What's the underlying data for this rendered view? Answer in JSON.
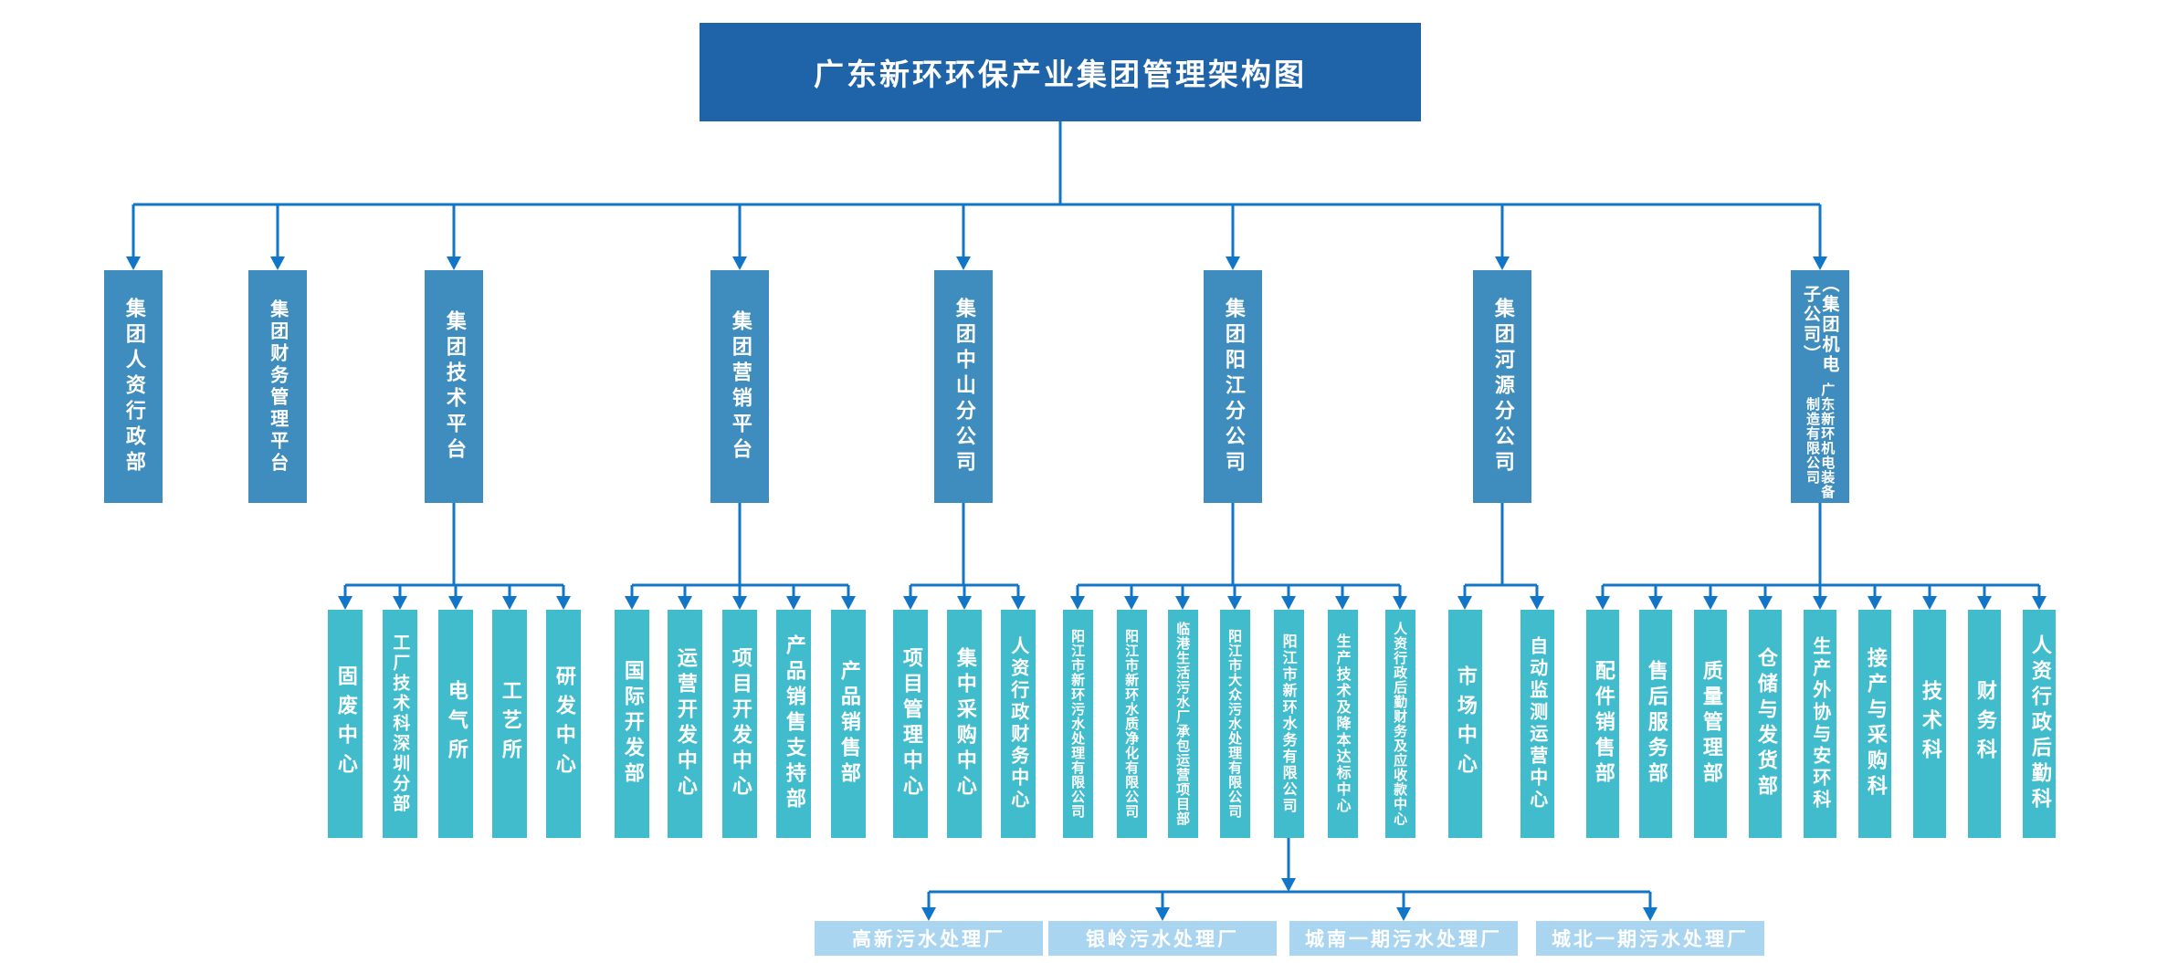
{
  "title": "广东新环环保产业集团管理架构图",
  "colors": {
    "title_bg": "#1f63a8",
    "level2_bg": "#3f8dbe",
    "level3_bg": "#41bccd",
    "level4_bg": "#a9d5f0",
    "line": "#1276c8",
    "text": "#ffffff"
  },
  "org": {
    "level2": [
      {
        "label": "集团人资行政部",
        "children": []
      },
      {
        "label": "集团财务管理平台",
        "children": []
      },
      {
        "label": "集团技术平台",
        "children": [
          "固废中心",
          "工厂技术科深圳分部",
          "电气所",
          "工艺所",
          "研发中心"
        ]
      },
      {
        "label": "集团营销平台",
        "children": [
          "国际开发部",
          "运营开发中心",
          "项目开发中心",
          "产品销售支持部",
          "产品销售部"
        ]
      },
      {
        "label": "集团中山分公司",
        "children": [
          "项目管理中心",
          "集中采购中心",
          "人资行政财务中心"
        ]
      },
      {
        "label": "集团阳江分公司",
        "children": [
          "阳江市新环污水处理有限公司",
          "阳江市新环水质净化有限公司",
          "临港生活污水厂承包运营项目部",
          "阳江市大众污水处理有限公司",
          "阳江市新环水务有限公司",
          "生产技术及降本达标中心",
          "人资行政后勤财务及应收款中心"
        ]
      },
      {
        "label": "集团河源分公司",
        "children": [
          "市场中心",
          "自动监测运营中心"
        ]
      },
      {
        "label": "广东新环机电装备制造有限公司",
        "sublabel": "（集团机电子公司）",
        "children": [
          "配件销售部",
          "售后服务部",
          "质量管理部",
          "仓储与发货部",
          "生产外协与安环科",
          "接产与采购科",
          "技术科",
          "财务科",
          "人资行政后勤科"
        ]
      }
    ],
    "level4_parent": "阳江市新环水务有限公司",
    "level4": [
      "高新污水处理厂",
      "银岭污水处理厂",
      "城南一期污水处理厂",
      "城北一期污水处理厂"
    ]
  }
}
